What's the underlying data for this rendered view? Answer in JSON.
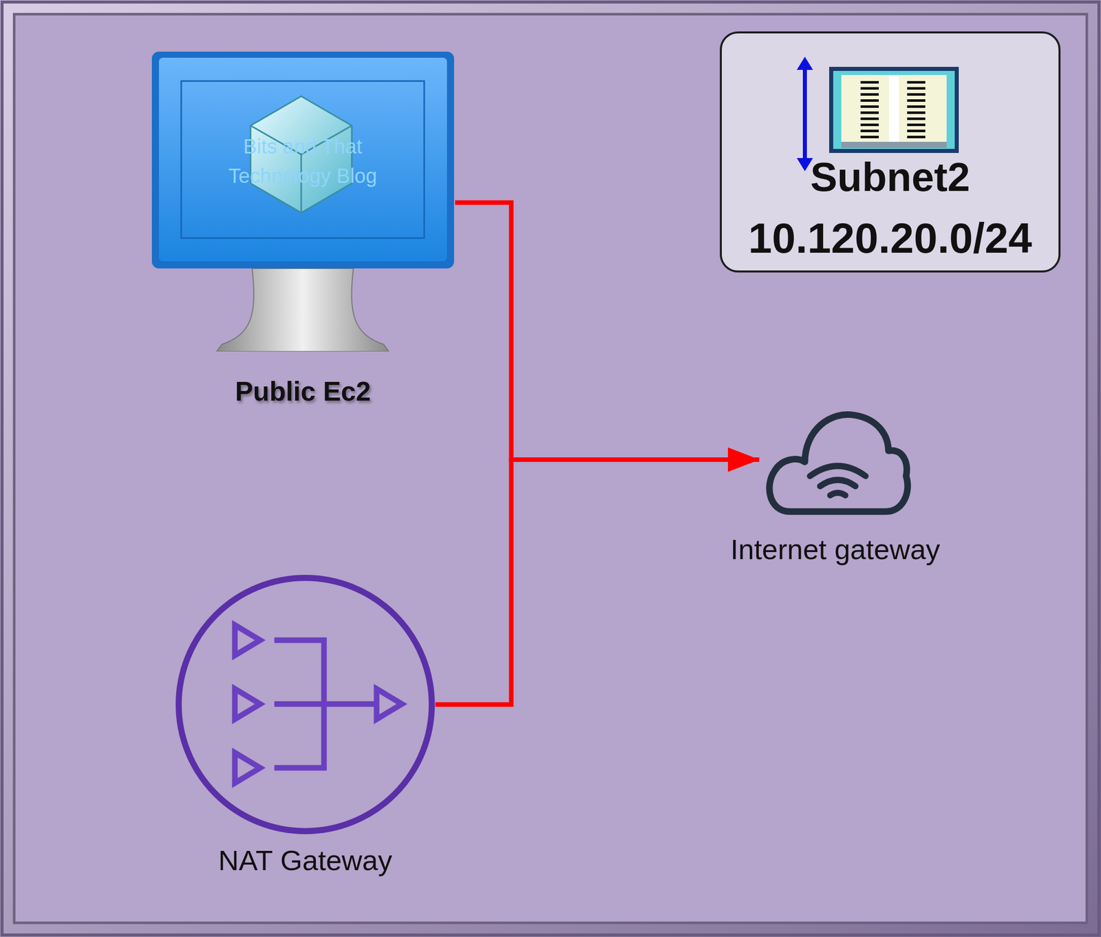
{
  "diagram": {
    "nodes": [
      {
        "text": [
          "Subnet2",
          "10.120.20.0/24"
        ]
      },
      {
        "text": [
          "Public Ec2"
        ]
      },
      {
        "text": [
          "Internet gateway"
        ]
      },
      {
        "text": [
          "NAT Gateway"
        ]
      }
    ],
    "edges": [
      {
        "from": 1,
        "to": 2,
        "arrow": "to"
      },
      {
        "from": 3,
        "to": 2,
        "arrow": "to"
      }
    ],
    "labels": [
      "Bits and That Technology Blog"
    ]
  }
}
